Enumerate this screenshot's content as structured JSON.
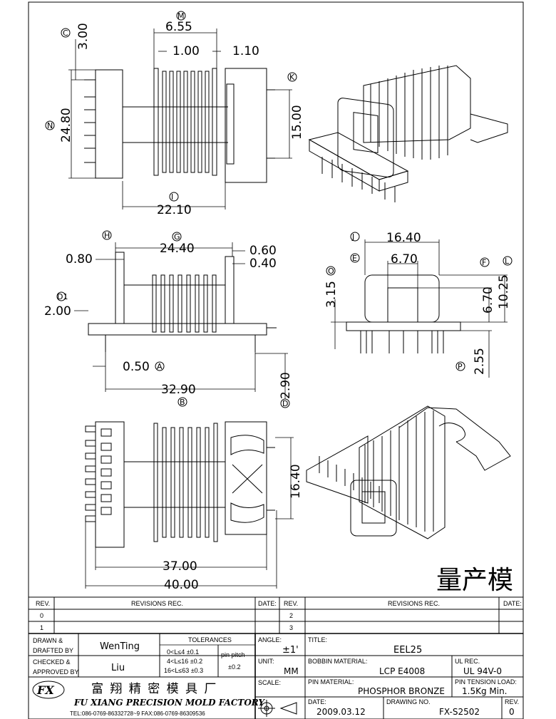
{
  "dimensions": {
    "m_label": "M",
    "m_value": "6.55",
    "c_label": "C",
    "c_value": "3.00",
    "n_label": "N",
    "n_value": "24.80",
    "pitch_left": "1.00",
    "pitch_right": "1.10",
    "k_label": "K",
    "k_value": "15.00",
    "i_label": "I",
    "i_value": "22.10",
    "h_label": "H",
    "h_value": "0.80",
    "g_label": "G",
    "g_value": "24.40",
    "flange_a": "0.60",
    "flange_b": "0.40",
    "d1_label": "D1",
    "d1_value": "2.00",
    "a_label": "A",
    "a_value": "0.50",
    "b_label": "B",
    "b_value": "32.90",
    "d_label": "D",
    "d_value": "2.90",
    "j_label": "J",
    "j_value": "16.40",
    "e_label": "E",
    "e_value": "6.70",
    "f_label": "F",
    "f_value": "6.70",
    "l_label": "L",
    "l_value": "10.25",
    "o_label": "O",
    "o_value": "3.15",
    "p_label": "P",
    "p_value": "2.55",
    "bottom_height": "16.40",
    "bottom_inner": "37.00",
    "bottom_outer": "40.00"
  },
  "stamp": "量产模",
  "title_block": {
    "rev_header": "REV.",
    "revisions_header": "REVISIONS   REC.",
    "date_header": "DATE:",
    "rev_rows_left": [
      "0",
      "1"
    ],
    "rev_rows_right": [
      "2",
      "3"
    ],
    "drawn_label": "DRAWN &",
    "drafted_label": "DRAFTED BY",
    "drawn_by": "WenTing",
    "checked_label": "CHECKED &",
    "approved_label": "APPROVED BY",
    "approved_by": "Liu",
    "tolerances_header": "TOLERANCES",
    "tol_lines": [
      "0<L≤4   ±0.1",
      "4<L≤16  ±0.2",
      "16<L≤63 ±0.3"
    ],
    "pin_pitch_label": "pin pitch",
    "pin_pitch_value": "±0.2",
    "angle_label": "ANGLE:",
    "angle_value": "±1'",
    "unit_label": "UNIT:",
    "unit_value": "MM",
    "scale_label": "SCALE:",
    "title_label": "TITLE:",
    "title_value": "EEL25",
    "bobbin_label": "BOBBIN MATERIAL:",
    "bobbin_value": "LCP  E4008",
    "ul_label": "UL REC.",
    "ul_value": "UL 94V-0",
    "pin_label": "PIN MATERIAL:",
    "pin_value": "PHOSPHOR BRONZE",
    "tension_label": "PIN TENSION LOAD:",
    "tension_value": "1.5Kg  Min.",
    "date_label": "DATE:",
    "date_value": "2009.03.12",
    "drawing_label": "DRAWING NO.",
    "drawing_value": "FX-S2502",
    "rev_label": "REV.",
    "rev_value": "0",
    "company_cn": "富 翔 精 密 模 具 厂",
    "company_en": "FU XIANG PRECISION MOLD FACTORY",
    "company_contact": "TEL:086-0769-86332728~9  FAX:086-0769-86309536"
  }
}
